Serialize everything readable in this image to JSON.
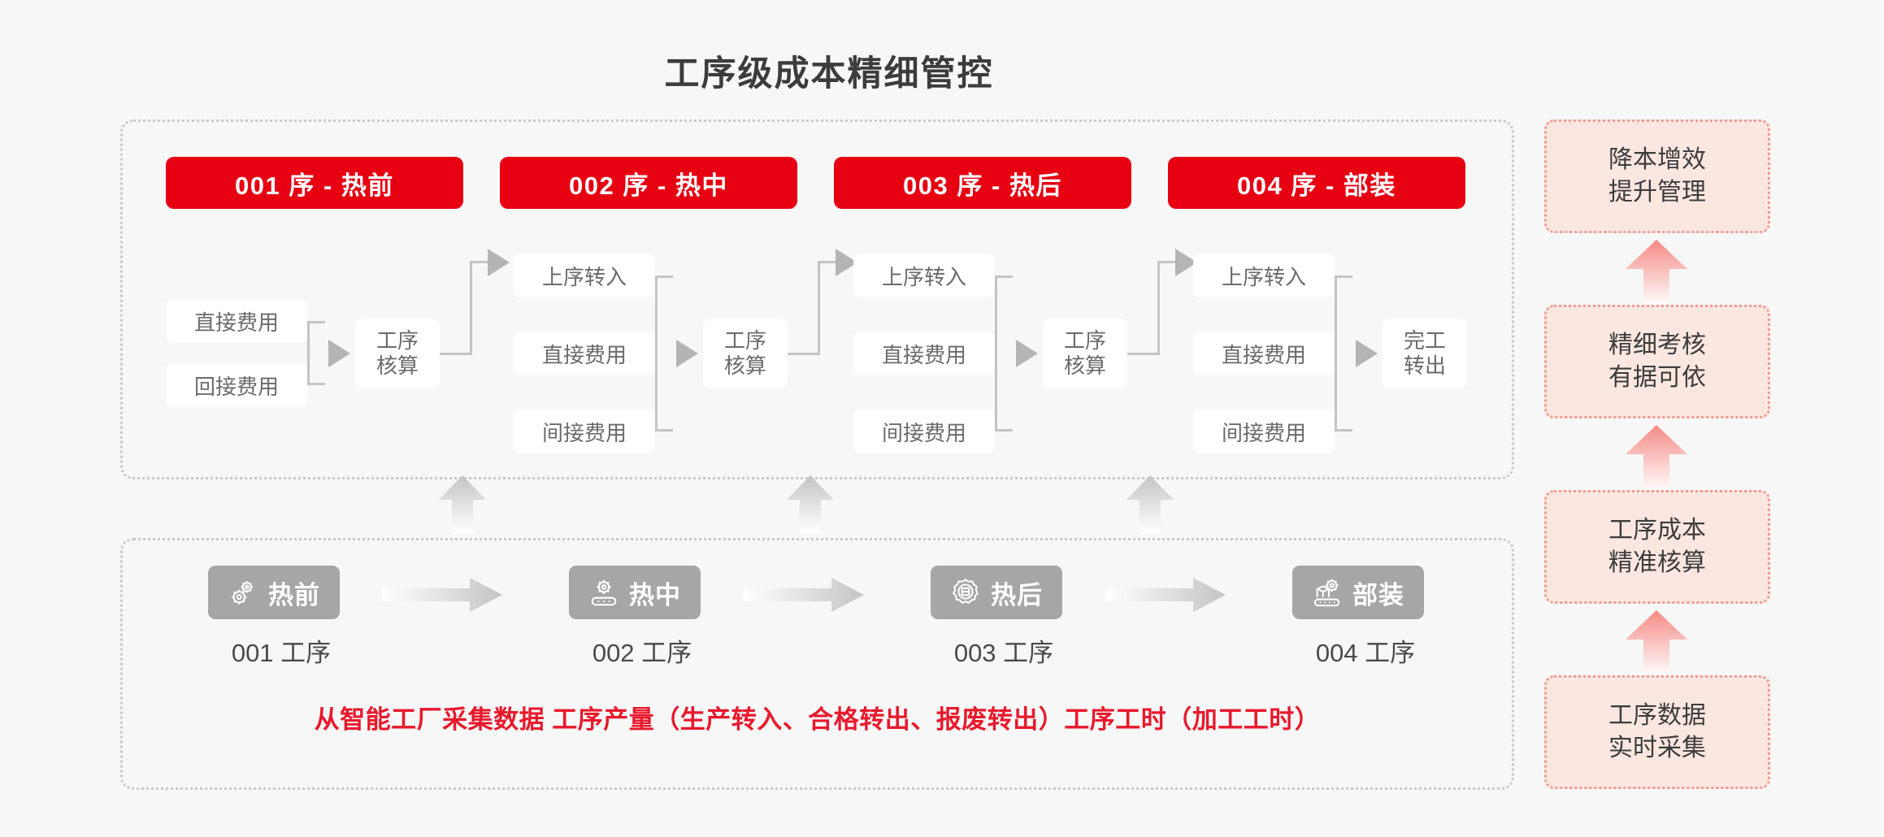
{
  "title": "工序级成本精细管控",
  "stages": [
    {
      "header": "001 序 - 热前",
      "chip_label": "热前",
      "chip_icon": "gears-icon",
      "caption": "001 工序"
    },
    {
      "header": "002 序 - 热中",
      "chip_label": "热中",
      "chip_icon": "gear-conveyor-icon",
      "caption": "002 工序"
    },
    {
      "header": "003 序 - 热后",
      "chip_label": "热后",
      "chip_icon": "gear-box-icon",
      "caption": "003 工序"
    },
    {
      "header": "004 序 - 部装",
      "chip_label": "部装",
      "chip_icon": "box-gear-conveyor-icon",
      "caption": "004 工序"
    }
  ],
  "flow": {
    "col1": {
      "inputs": [
        "直接费用",
        "回接费用"
      ],
      "result": "工序\n核算"
    },
    "col2": {
      "inputs": [
        "上序转入",
        "直接费用",
        "间接费用"
      ],
      "result": "工序\n核算"
    },
    "col3": {
      "inputs": [
        "上序转入",
        "直接费用",
        "间接费用"
      ],
      "result": "工序\n核算"
    },
    "col4": {
      "inputs": [
        "上序转入",
        "直接费用",
        "间接费用"
      ],
      "result": "完工\n转出"
    }
  },
  "red_note": "从智能工厂采集数据 工序产量（生产转入、合格转出、报废转出）工序工时（加工工时）",
  "outcomes": [
    {
      "line1": "降本增效",
      "line2": "提升管理",
      "text": "降本增效\n提升管理"
    },
    {
      "line1": "精细考核",
      "line2": "有据可依",
      "text": "精细考核\n有据可依"
    },
    {
      "line1": "工序成本",
      "line2": "精准核算",
      "text": "工序成本\n精准核算"
    },
    {
      "line1": "工序数据",
      "line2": "实时采集",
      "text": "工序数据\n实时采集"
    }
  ],
  "colors": {
    "background": "#f7f7f7",
    "stage_red": "#e60012",
    "note_red": "#e8192c",
    "chip_gray": "#a6a6a6",
    "panel_border": "#c9c9c9",
    "card_fill": "#fbe7e0",
    "card_border": "#ef9a93",
    "arrow_pink": "#f48a84",
    "text_dark": "#3c3c3c",
    "text_gray": "#6b6b6b"
  }
}
